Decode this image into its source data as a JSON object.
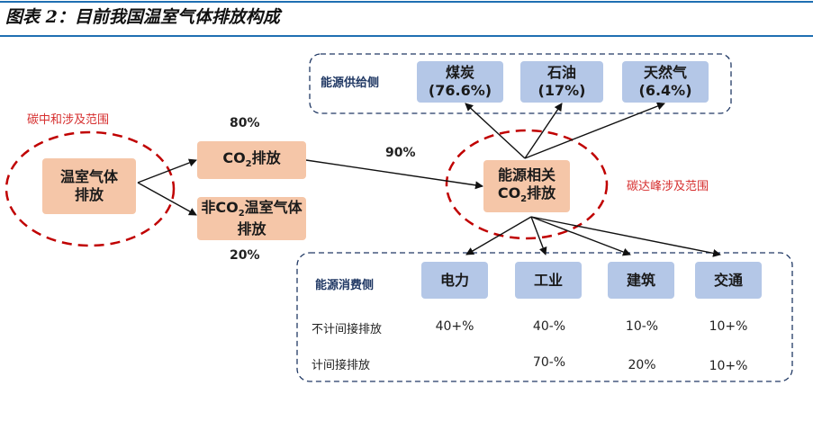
{
  "title": "图表 2：目前我国温室气体排放构成",
  "scope": {
    "neutral": "碳中和涉及范围",
    "peak": "碳达峰涉及范围"
  },
  "ghg_box": "温室气体排放",
  "co2_box": {
    "pre": "CO",
    "sub": "2",
    "post": "排放"
  },
  "nonco2_box": {
    "pre": "非CO",
    "sub": "2",
    "post": "温室气体排放"
  },
  "energy_box": {
    "line1": "能源相关",
    "pre": "CO",
    "sub": "2",
    "post": "排放"
  },
  "pct": {
    "co2": "80%",
    "nonco2": "20%",
    "energy": "90%"
  },
  "supply": {
    "label": "能源供给侧",
    "items": [
      {
        "name": "煤炭",
        "value": "(76.6%)"
      },
      {
        "name": "石油",
        "value": "(17%)"
      },
      {
        "name": "天然气",
        "value": "(6.4%)"
      }
    ]
  },
  "consumption": {
    "label": "能源消费侧",
    "sectors": [
      "电力",
      "工业",
      "建筑",
      "交通"
    ],
    "rows": [
      {
        "label": "不计间接排放",
        "values": [
          "40+%",
          "40-%",
          "10-%",
          "10+%"
        ]
      },
      {
        "label": "计间接排放",
        "values": [
          "",
          "70-%",
          "20%",
          "10+%"
        ]
      }
    ]
  },
  "colors": {
    "orange_box": "#f5c6a8",
    "blue_box": "#b4c7e7",
    "red_dash": "#c00000",
    "navy_dash": "#203864",
    "header_rule": "#1f6fb2"
  }
}
